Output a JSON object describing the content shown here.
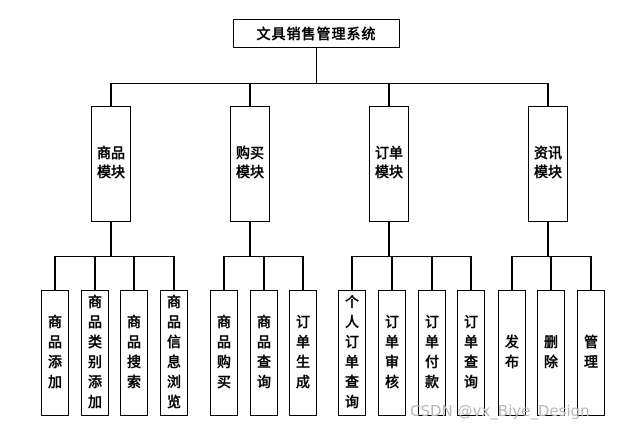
{
  "root": {
    "label": "文具销售管理系统"
  },
  "modules": [
    {
      "label": "商品\n模块",
      "children": [
        "商品添加",
        "商品类别添加",
        "商品搜索",
        "商品信息浏览"
      ]
    },
    {
      "label": "购买\n模块",
      "children": [
        "商品购买",
        "商品查询",
        "订单生成"
      ]
    },
    {
      "label": "订单\n模块",
      "children": [
        "个人订单查询",
        "订单审核",
        "订单付款",
        "订单查询"
      ]
    },
    {
      "label": "资讯\n模块",
      "children": [
        "发布",
        "删除",
        "管理"
      ]
    }
  ],
  "watermark": "CSDN @vx_Biye_Design"
}
